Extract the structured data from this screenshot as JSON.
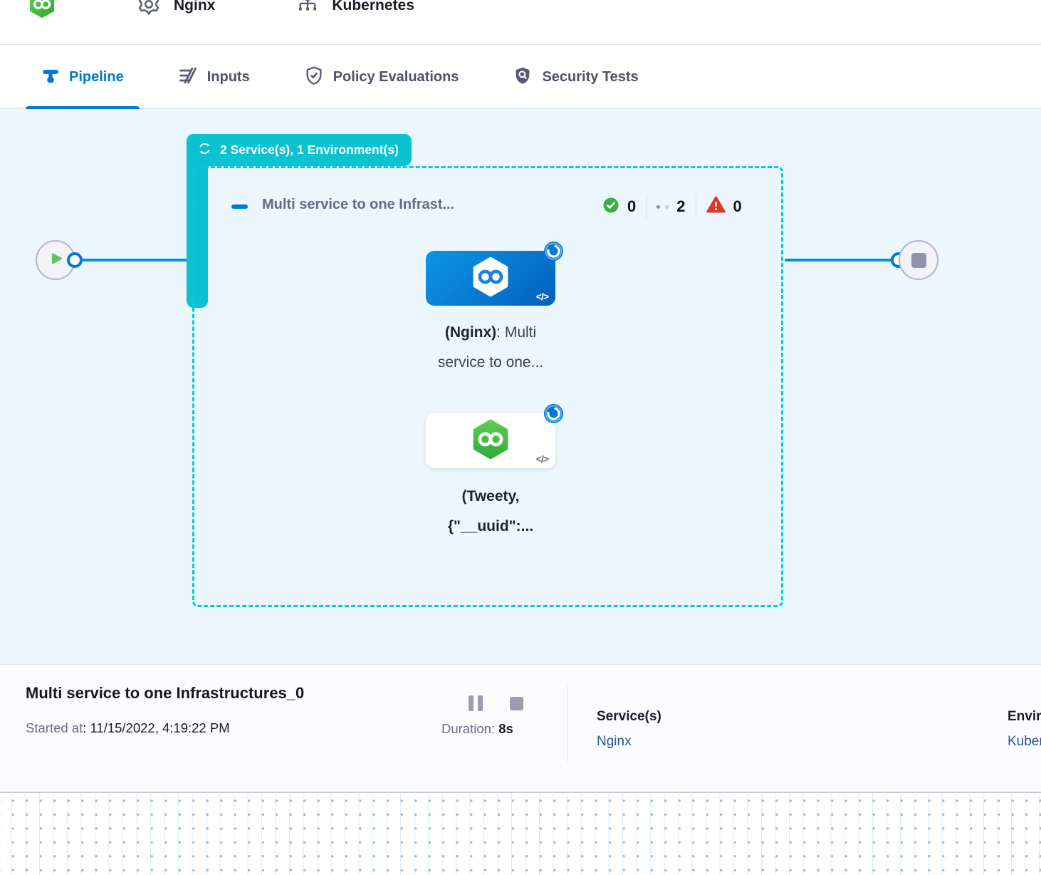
{
  "header": {
    "logo_icon": "harness-logo",
    "service_chip": {
      "icon": "gear-icon",
      "label": "Nginx"
    },
    "infra_chip": {
      "icon": "network-icon",
      "label": "Kubernetes"
    }
  },
  "tabs": [
    {
      "label": "Pipeline",
      "icon": "pipeline-icon",
      "active": true
    },
    {
      "label": "Inputs",
      "icon": "inputs-icon",
      "active": false
    },
    {
      "label": "Policy Evaluations",
      "icon": "policy-shield-icon",
      "active": false
    },
    {
      "label": "Security Tests",
      "icon": "security-shield-icon",
      "active": false
    }
  ],
  "canvas": {
    "badge": {
      "icon": "loop-icon",
      "label": "2 Service(s), 1 Environment(s)"
    },
    "stage": {
      "title": "Multi service to one Infrast...",
      "counts": {
        "success": "0",
        "running": "2",
        "failed": "0"
      }
    },
    "nodes": [
      {
        "name": "(Nginx)",
        "suffix": ": Multi service to one...",
        "icon": "harness-hexagon-blue",
        "code_glyph": "</>"
      },
      {
        "name": "(Tweety, {\"__uuid\":...",
        "suffix": "",
        "icon": "harness-hexagon-green",
        "code_glyph": "</>"
      }
    ]
  },
  "footer": {
    "title": "Multi service to one Infrastructures_0",
    "started_label": "Started at",
    "started_value": ": 11/15/2022, 4:19:22 PM",
    "duration_label": "Duration:",
    "duration_value": "8s",
    "services_label": "Service(s)",
    "services_value": "Nginx",
    "environments_label": "Environment(s)",
    "environments_value": "Kubernetes"
  },
  "colors": {
    "accent_teal": "#0bc3d0",
    "primary_blue": "#0278d5",
    "line_blue": "#0092e4",
    "canvas_bg": "#ebf7fc",
    "success_green": "#42ab45",
    "error_red": "#e3342a",
    "link_blue": "#2a5491",
    "text_dark": "#1b1b28",
    "text_gray": "#6b6d85"
  }
}
